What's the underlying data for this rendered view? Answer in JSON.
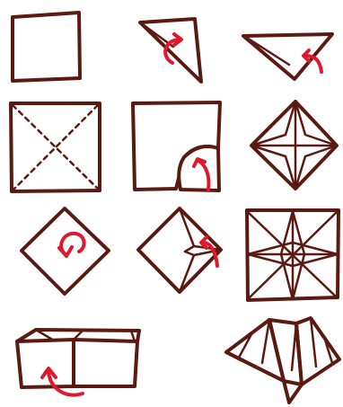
{
  "diagram": {
    "kind": "origami-fortune-teller-instructions",
    "steps": [
      {
        "id": 1,
        "icon": "square-paper-icon"
      },
      {
        "id": 2,
        "icon": "fold-triangle-icon"
      },
      {
        "id": 3,
        "icon": "fold-small-triangle-icon"
      },
      {
        "id": 4,
        "icon": "diagonal-creases-icon"
      },
      {
        "id": 5,
        "icon": "fold-corner-to-center-icon"
      },
      {
        "id": 6,
        "icon": "folded-diamond-icon"
      },
      {
        "id": 7,
        "icon": "flip-diamond-icon"
      },
      {
        "id": 8,
        "icon": "fold-corners-again-icon"
      },
      {
        "id": 9,
        "icon": "square-with-creases-icon"
      },
      {
        "id": 10,
        "icon": "fold-in-half-icon"
      },
      {
        "id": 11,
        "icon": "finished-fortune-teller-icon"
      }
    ],
    "colors": {
      "ink": "#5a1a12",
      "arrow": "#e0182d",
      "paper": "#ffffff"
    }
  }
}
